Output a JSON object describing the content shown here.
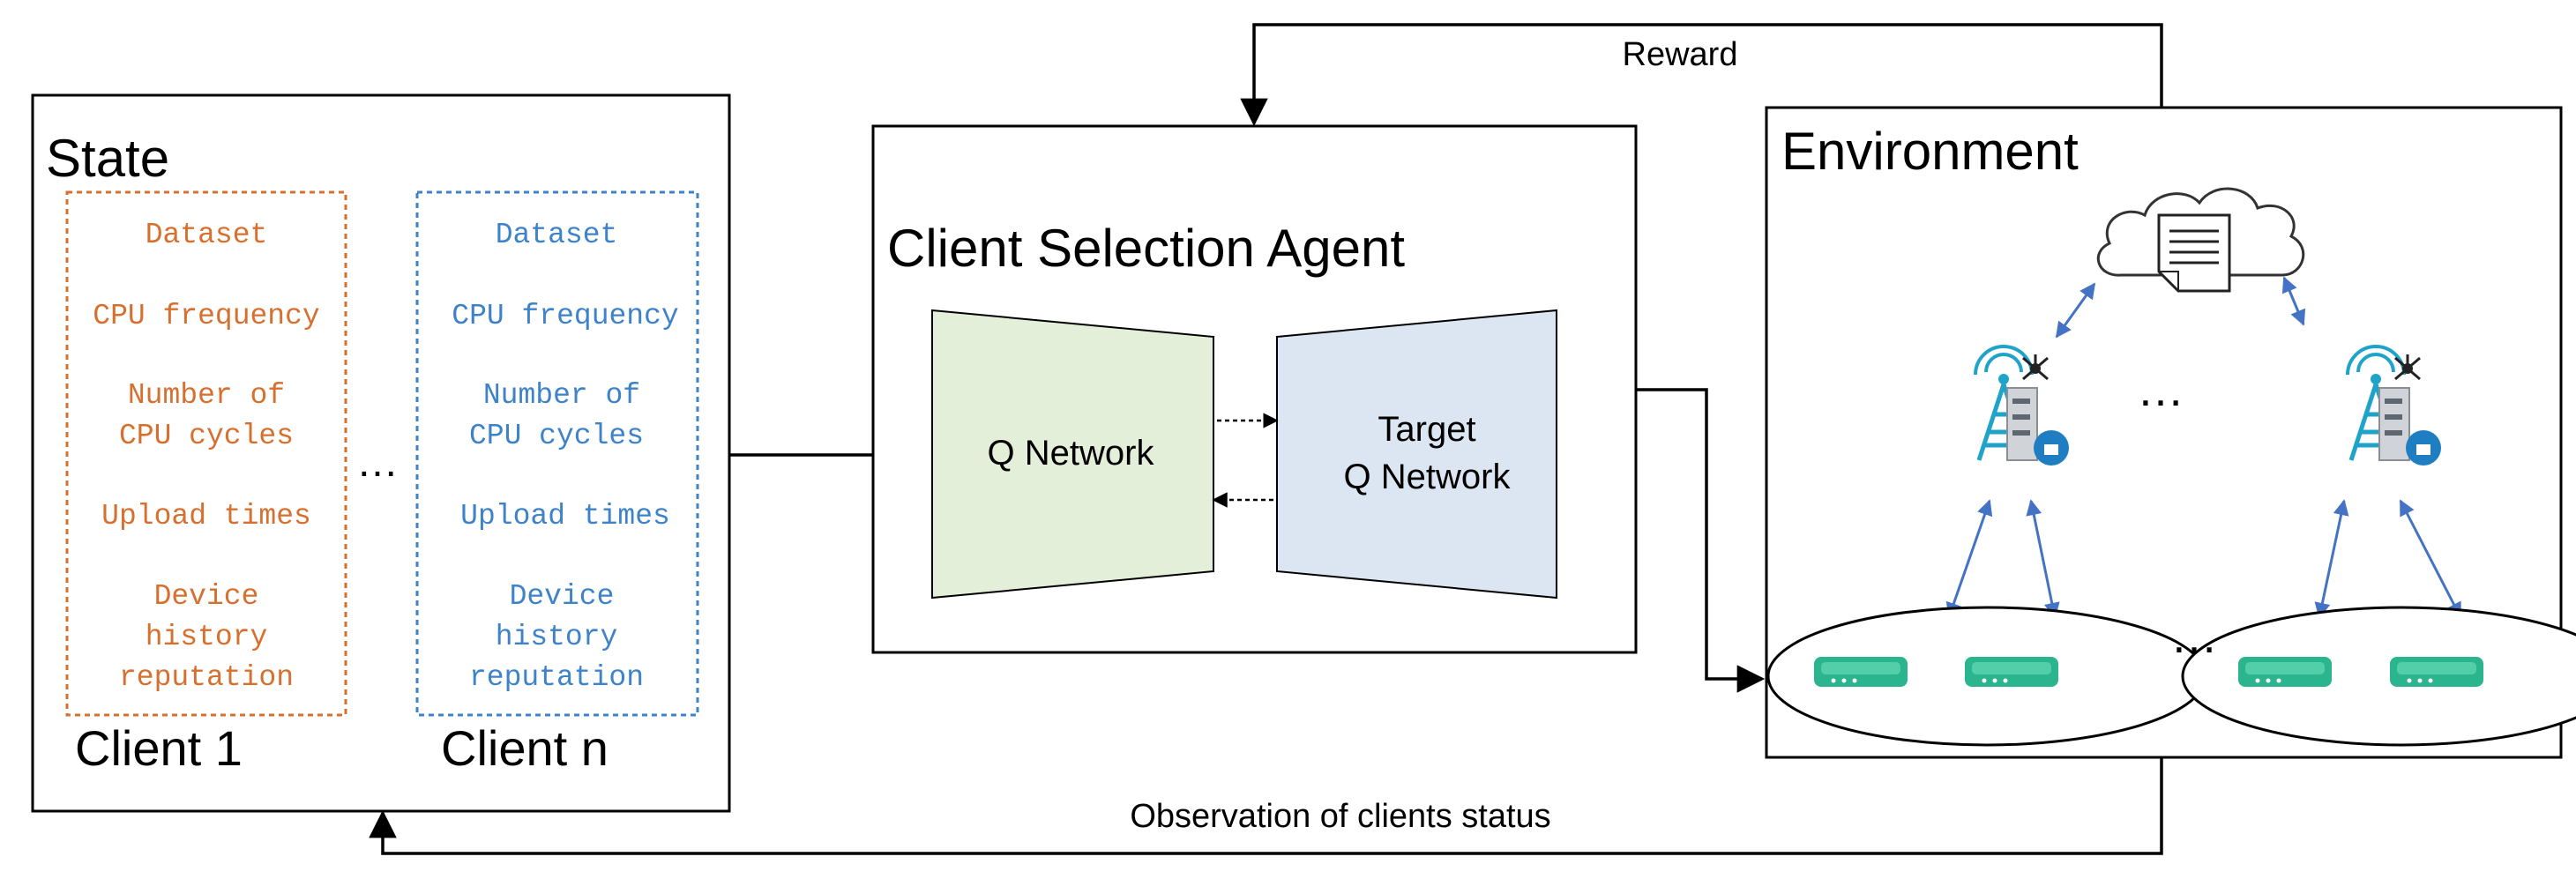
{
  "labels": {
    "reward": "Reward",
    "observation": "Observation of clients status",
    "state_title": "State",
    "agent_title": "Client Selection Agent",
    "env_title": "Environment",
    "q_network": "Q Network",
    "target_line1": "Target",
    "target_line2": "Q Network",
    "ellipsis": "…"
  },
  "clients": [
    {
      "name": "Client 1",
      "color": "#D7702E",
      "attributes": [
        [
          "Dataset"
        ],
        [
          "CPU frequency"
        ],
        [
          "Number of",
          "CPU cycles"
        ],
        [
          "Upload times"
        ],
        [
          "Device",
          "history",
          "reputation"
        ]
      ]
    },
    {
      "name": "Client n",
      "color": "#3E82C9",
      "attributes": [
        [
          "Dataset"
        ],
        [
          "CPU frequency"
        ],
        [
          "Number of",
          "CPU cycles"
        ],
        [
          "Upload times"
        ],
        [
          "Device",
          "history",
          "reputation"
        ]
      ]
    }
  ],
  "colors": {
    "q_network_fill": "#E3EFD9",
    "target_fill": "#DCE6F2",
    "link_arrow": "#4472C4",
    "device": "#2BB58E",
    "tower": "#1FA3C8",
    "cloud_stroke": "#333333"
  },
  "icons": [
    "cloud-document-icon",
    "base-station-icon",
    "edge-server-icon",
    "network-icon",
    "user-icon",
    "device-icon"
  ]
}
